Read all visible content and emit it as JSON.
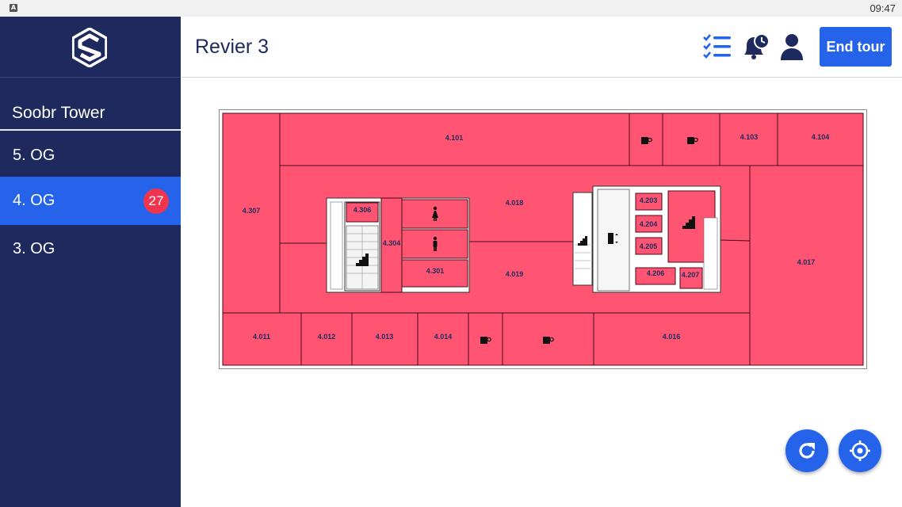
{
  "status_bar": {
    "time": "09:47",
    "indicator": "A"
  },
  "sidebar": {
    "building": "Soobr Tower",
    "floors": [
      {
        "label": "5. OG",
        "active": false,
        "badge": ""
      },
      {
        "label": "4. OG",
        "active": true,
        "badge": "27"
      },
      {
        "label": "3. OG",
        "active": false,
        "badge": ""
      }
    ]
  },
  "header": {
    "title": "Revier 3",
    "end_tour_label": "End tour",
    "icons": [
      "checklist-icon",
      "bell-clock-icon",
      "user-icon"
    ]
  },
  "colors": {
    "sidebar_bg": "#1e2a5e",
    "accent": "#2563eb",
    "room_fill": "#ff5573",
    "badge": "#f0344e"
  },
  "floor_plan": {
    "rooms": [
      {
        "id": "4.101"
      },
      {
        "id": "4.103"
      },
      {
        "id": "4.104"
      },
      {
        "id": "4.307"
      },
      {
        "id": "4.306"
      },
      {
        "id": "4.304"
      },
      {
        "id": "4.301"
      },
      {
        "id": "4.018"
      },
      {
        "id": "4.019"
      },
      {
        "id": "4.203"
      },
      {
        "id": "4.204"
      },
      {
        "id": "4.205"
      },
      {
        "id": "4.206"
      },
      {
        "id": "4.207"
      },
      {
        "id": "4.017"
      },
      {
        "id": "4.011"
      },
      {
        "id": "4.012"
      },
      {
        "id": "4.013"
      },
      {
        "id": "4.014"
      },
      {
        "id": "4.016"
      }
    ]
  },
  "actions": [
    "refresh-icon",
    "locate-icon"
  ]
}
